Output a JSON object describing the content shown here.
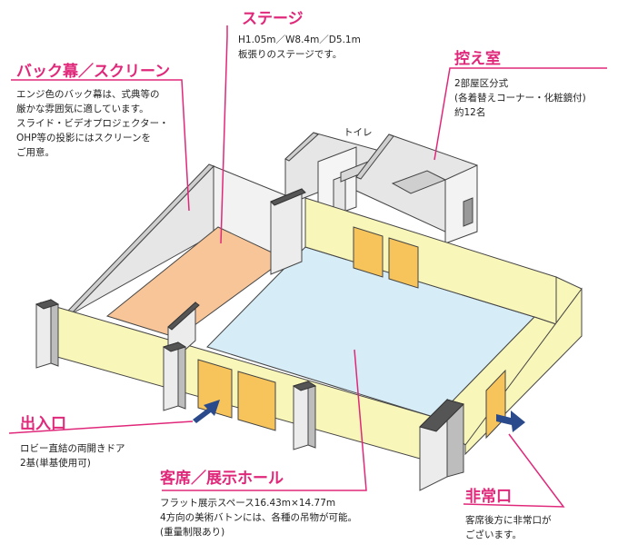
{
  "colors": {
    "accent": "#e0287a",
    "stage_floor": "#f7c597",
    "hall_floor": "#d6ecf6",
    "wall_yellow": "#f9f6b9",
    "wall_grey": "#e6e6e6",
    "door_orange": "#f6c45b",
    "arrow_blue": "#2b4a8c"
  },
  "icons": {
    "entrance": "arrow-right-icon",
    "exit": "arrow-right-icon"
  },
  "labels": {
    "toilet": "トイレ"
  },
  "annotations": {
    "stage": {
      "title": "ステージ",
      "lines": [
        "H1.05m／W8.4m／D5.1m",
        "板張りのステージです。"
      ]
    },
    "backdrop": {
      "title": "バック幕／スクリーン",
      "lines": [
        "エンジ色のバック幕は、式典等の",
        "厳かな雰囲気に適しています。",
        "スライド・ビデオプロジェクター・",
        "OHP等の投影にはスクリーンを",
        "ご用意。"
      ]
    },
    "waiting_room": {
      "title": "控え室",
      "lines": [
        "2部屋区分式",
        "(各着替えコーナー・化粧鏡付)",
        "約12名"
      ]
    },
    "entrance": {
      "title": "出入口",
      "lines": [
        "ロビー直結の両開きドア",
        "2基(単基使用可)"
      ]
    },
    "hall": {
      "title": "客席／展示ホール",
      "lines": [
        "フラット展示スペース16.43m×14.77m",
        "4方向の美術バトンには、各種の吊物が可能。",
        "(重量制限あり)"
      ]
    },
    "emergency_exit": {
      "title": "非常口",
      "lines": [
        "客席後方に非常口が",
        "ございます。"
      ]
    }
  }
}
